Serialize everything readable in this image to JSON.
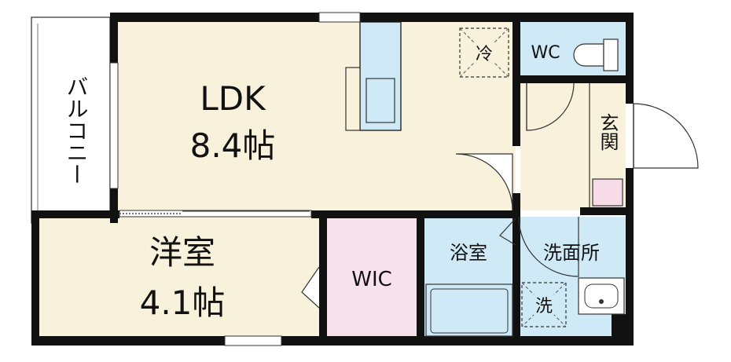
{
  "rooms": {
    "ldk": {
      "name": "LDK",
      "size": "8.4帖"
    },
    "western": {
      "name": "洋室",
      "size": "4.1帖"
    },
    "wic": {
      "name": "WIC"
    },
    "bath": {
      "name": "浴室"
    },
    "washroom": {
      "name": "洗面所"
    },
    "entrance": {
      "name": "玄関"
    },
    "toilet": {
      "name": "WC"
    },
    "balcony": {
      "name": "バルコニー"
    }
  },
  "fixtures": {
    "fridge": "冷",
    "washer": "洗"
  },
  "colors": {
    "wall": "#111111",
    "floor": "#f8f1dc",
    "wet_area": "#cfeaf6",
    "wic": "#f7e1ea",
    "shoe_box": "#f7dbe6",
    "kitchen": "#cfeaf6"
  }
}
